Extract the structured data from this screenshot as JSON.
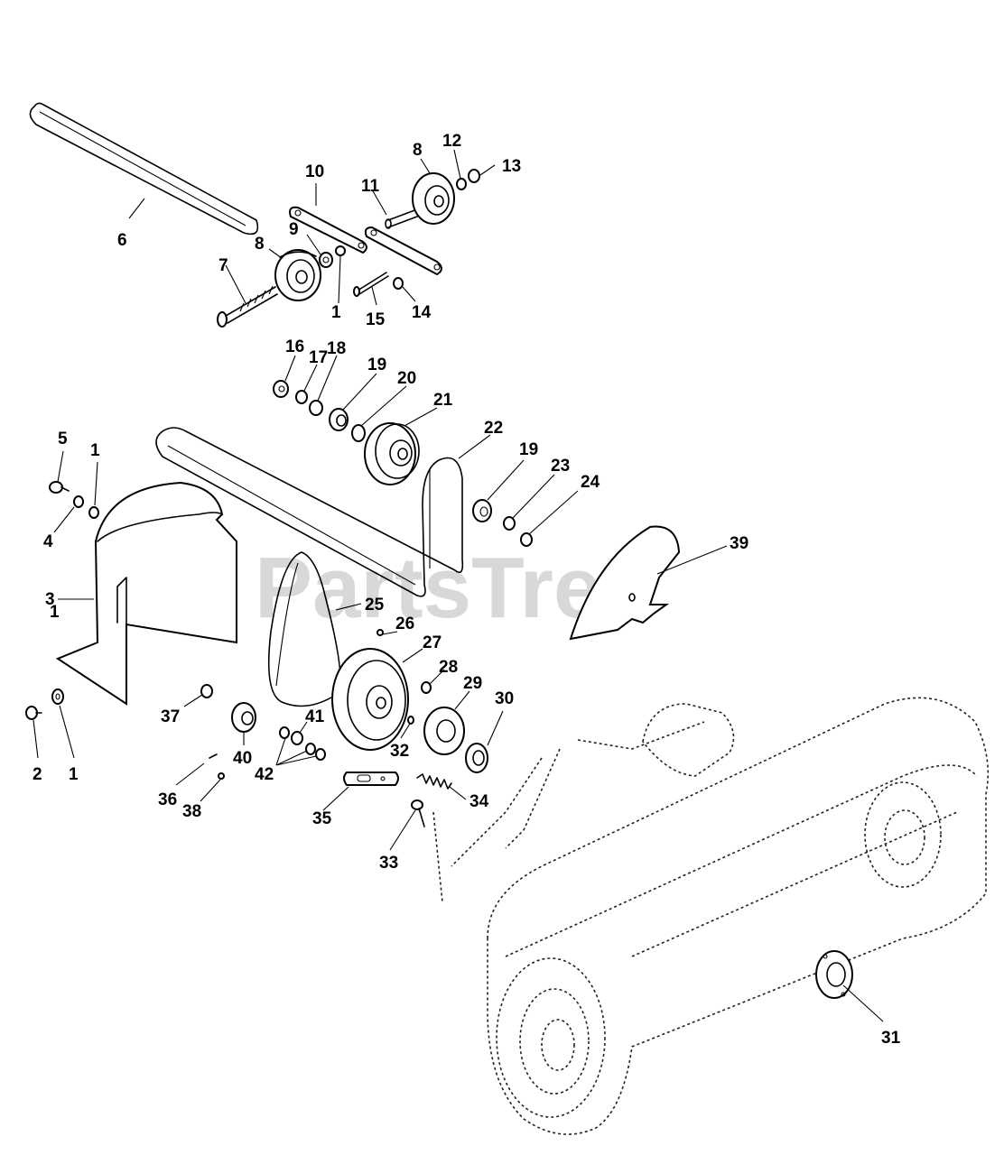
{
  "watermark": "PartsTree",
  "callouts": [
    "1",
    "1",
    "1",
    "1",
    "2",
    "3",
    "4",
    "5",
    "6",
    "7",
    "8",
    "8",
    "9",
    "10",
    "11",
    "12",
    "13",
    "14",
    "15",
    "16",
    "17",
    "18",
    "19",
    "19",
    "20",
    "21",
    "22",
    "23",
    "24",
    "25",
    "26",
    "27",
    "28",
    "29",
    "30",
    "31",
    "32",
    "33",
    "34",
    "35",
    "36",
    "37",
    "38",
    "39",
    "40",
    "41",
    "42"
  ],
  "colors": {
    "ink": "#000000",
    "watermark": "#d8d8d8",
    "background": "#ffffff"
  }
}
